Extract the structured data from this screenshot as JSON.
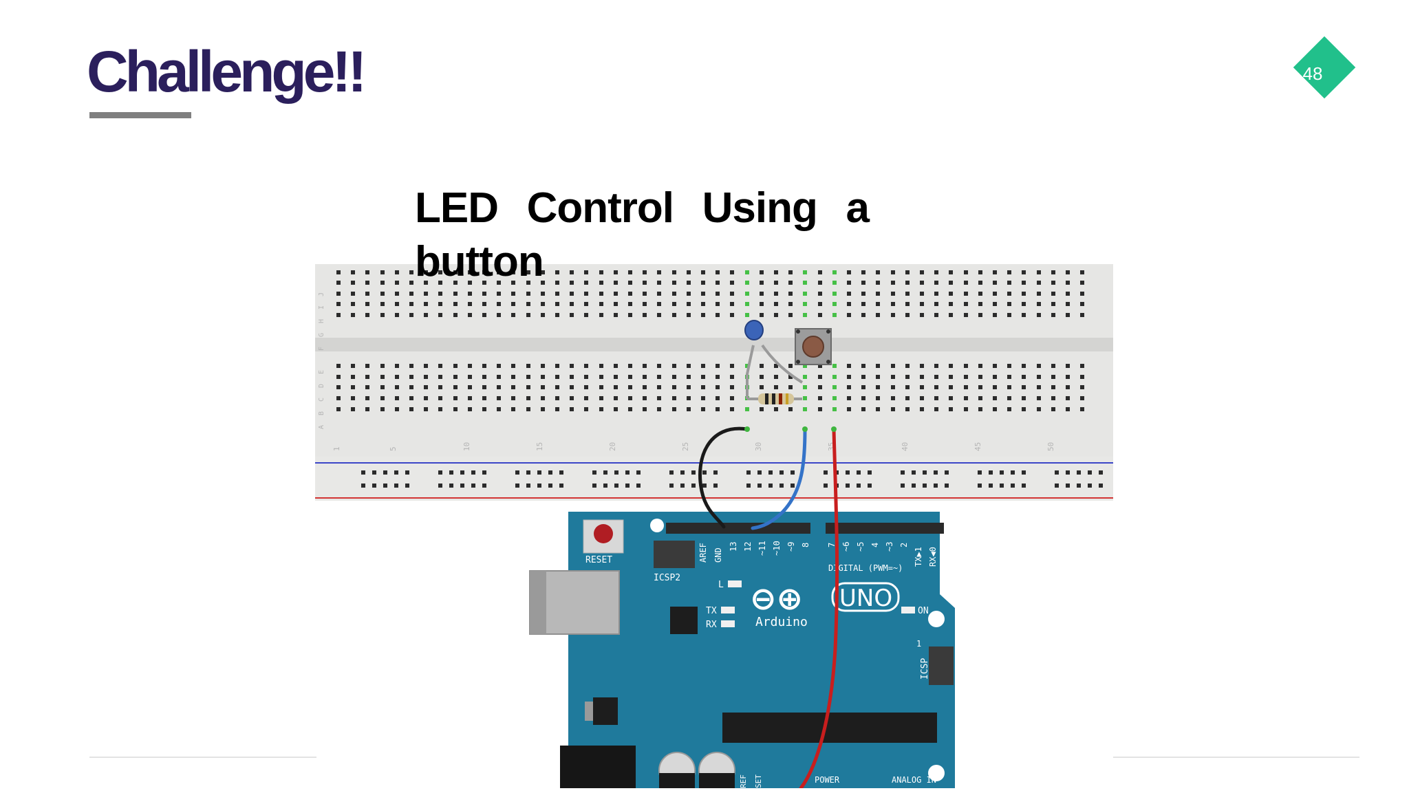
{
  "slide": {
    "title": "Challenge!!",
    "page_number": "48",
    "subtitle_line1": "LED Control Using a",
    "subtitle_line2": "button",
    "accent_color": "#2b1f5c",
    "badge_color": "#21c08b"
  },
  "breadboard": {
    "row_letters_top": [
      "J",
      "I",
      "H",
      "G",
      "F"
    ],
    "row_letters_bottom": [
      "E",
      "D",
      "C",
      "B",
      "A"
    ],
    "column_numbers": [
      "1",
      "5",
      "10",
      "15",
      "20",
      "25",
      "30",
      "35",
      "40",
      "45",
      "50"
    ]
  },
  "arduino": {
    "reset_label": "RESET",
    "icsp2_label": "ICSP2",
    "icsp_label": "ICSP",
    "aref_label": "AREF",
    "gnd_label": "GND",
    "pin_labels": [
      "13",
      "12",
      "~11",
      "~10",
      "~9",
      "8",
      "7",
      "~6",
      "~5",
      "4",
      "~3",
      "2",
      "TX▶1",
      "RX◀0"
    ],
    "digital_label": "DIGITAL (PWM=~)",
    "l_label": "L",
    "tx_label": "TX",
    "rx_label": "RX",
    "logo_symbol": "⊖⊕",
    "uno_label": "UNO",
    "brand_label": "Arduino",
    "on_label": "ON",
    "one_label": "1",
    "power_label": "POWER",
    "analog_label": "ANALOG IN",
    "ioref_label": "REF",
    "reset_bottom_label": "SET"
  }
}
